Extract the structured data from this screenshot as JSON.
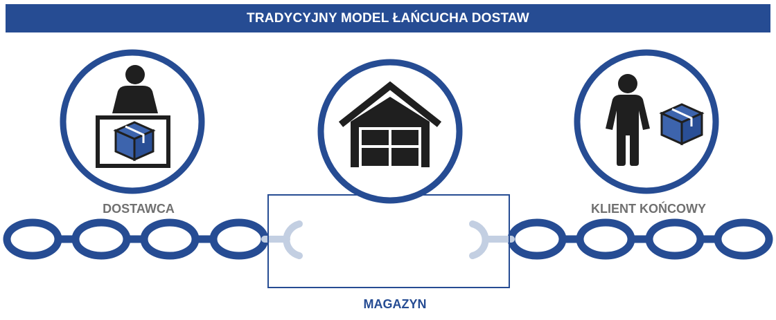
{
  "title": "TRADYCYJNY MODEL ŁAŃCUCHA DOSTAW",
  "nodes": {
    "supplier": {
      "label": "DOSTAWCA",
      "icon": "supplier-with-box-icon"
    },
    "warehouse": {
      "label": "MAGAZYN",
      "icon": "warehouse-icon"
    },
    "client": {
      "label": "KLIENT KOŃCOWY",
      "icon": "customer-with-box-icon"
    }
  },
  "colors": {
    "primary": "#264c93",
    "link_faded": "#c3cfe2",
    "icon": "#1f1f1f",
    "label_gray": "#707070",
    "box_blue": "#3d64ad"
  }
}
